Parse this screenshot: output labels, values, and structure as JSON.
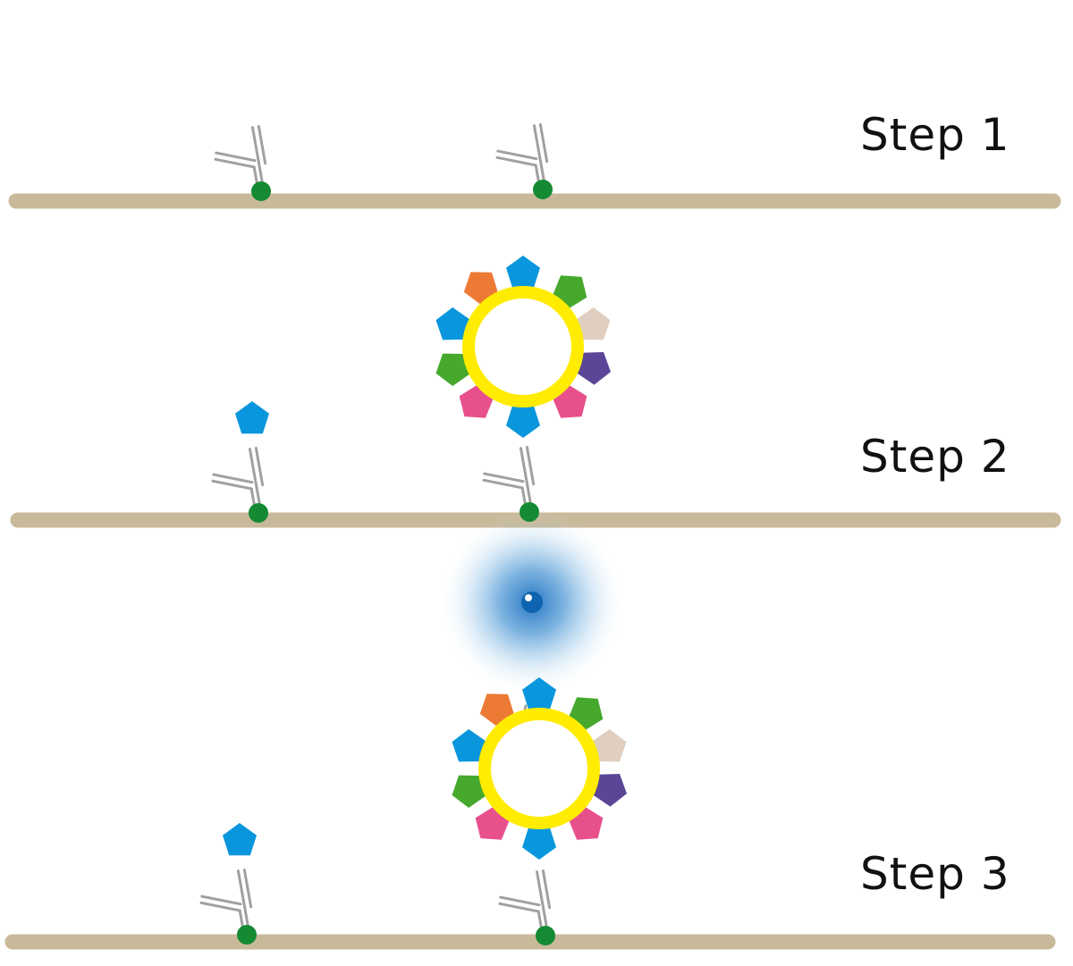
{
  "steps": [
    {
      "label": "Step 1"
    },
    {
      "label": "Step 2"
    },
    {
      "label": "Step 3"
    }
  ],
  "colors": {
    "surface": "#c8b99a",
    "anchor": "#148a32",
    "antibody": "#a0a0a0",
    "membrane": "#ffec00",
    "antigen_blue": "#0a96dc",
    "antigen_green": "#46a82d",
    "antigen_orange": "#ec7a35",
    "antigen_beige": "#e0cfc0",
    "antigen_purple": "#5a4597",
    "antigen_pink": "#e8508c",
    "label": "#0e64b0"
  },
  "icons": [
    "antibody-icon",
    "antigen-pentagon-icon",
    "vesicle-icon",
    "fluorescent-label-icon"
  ]
}
